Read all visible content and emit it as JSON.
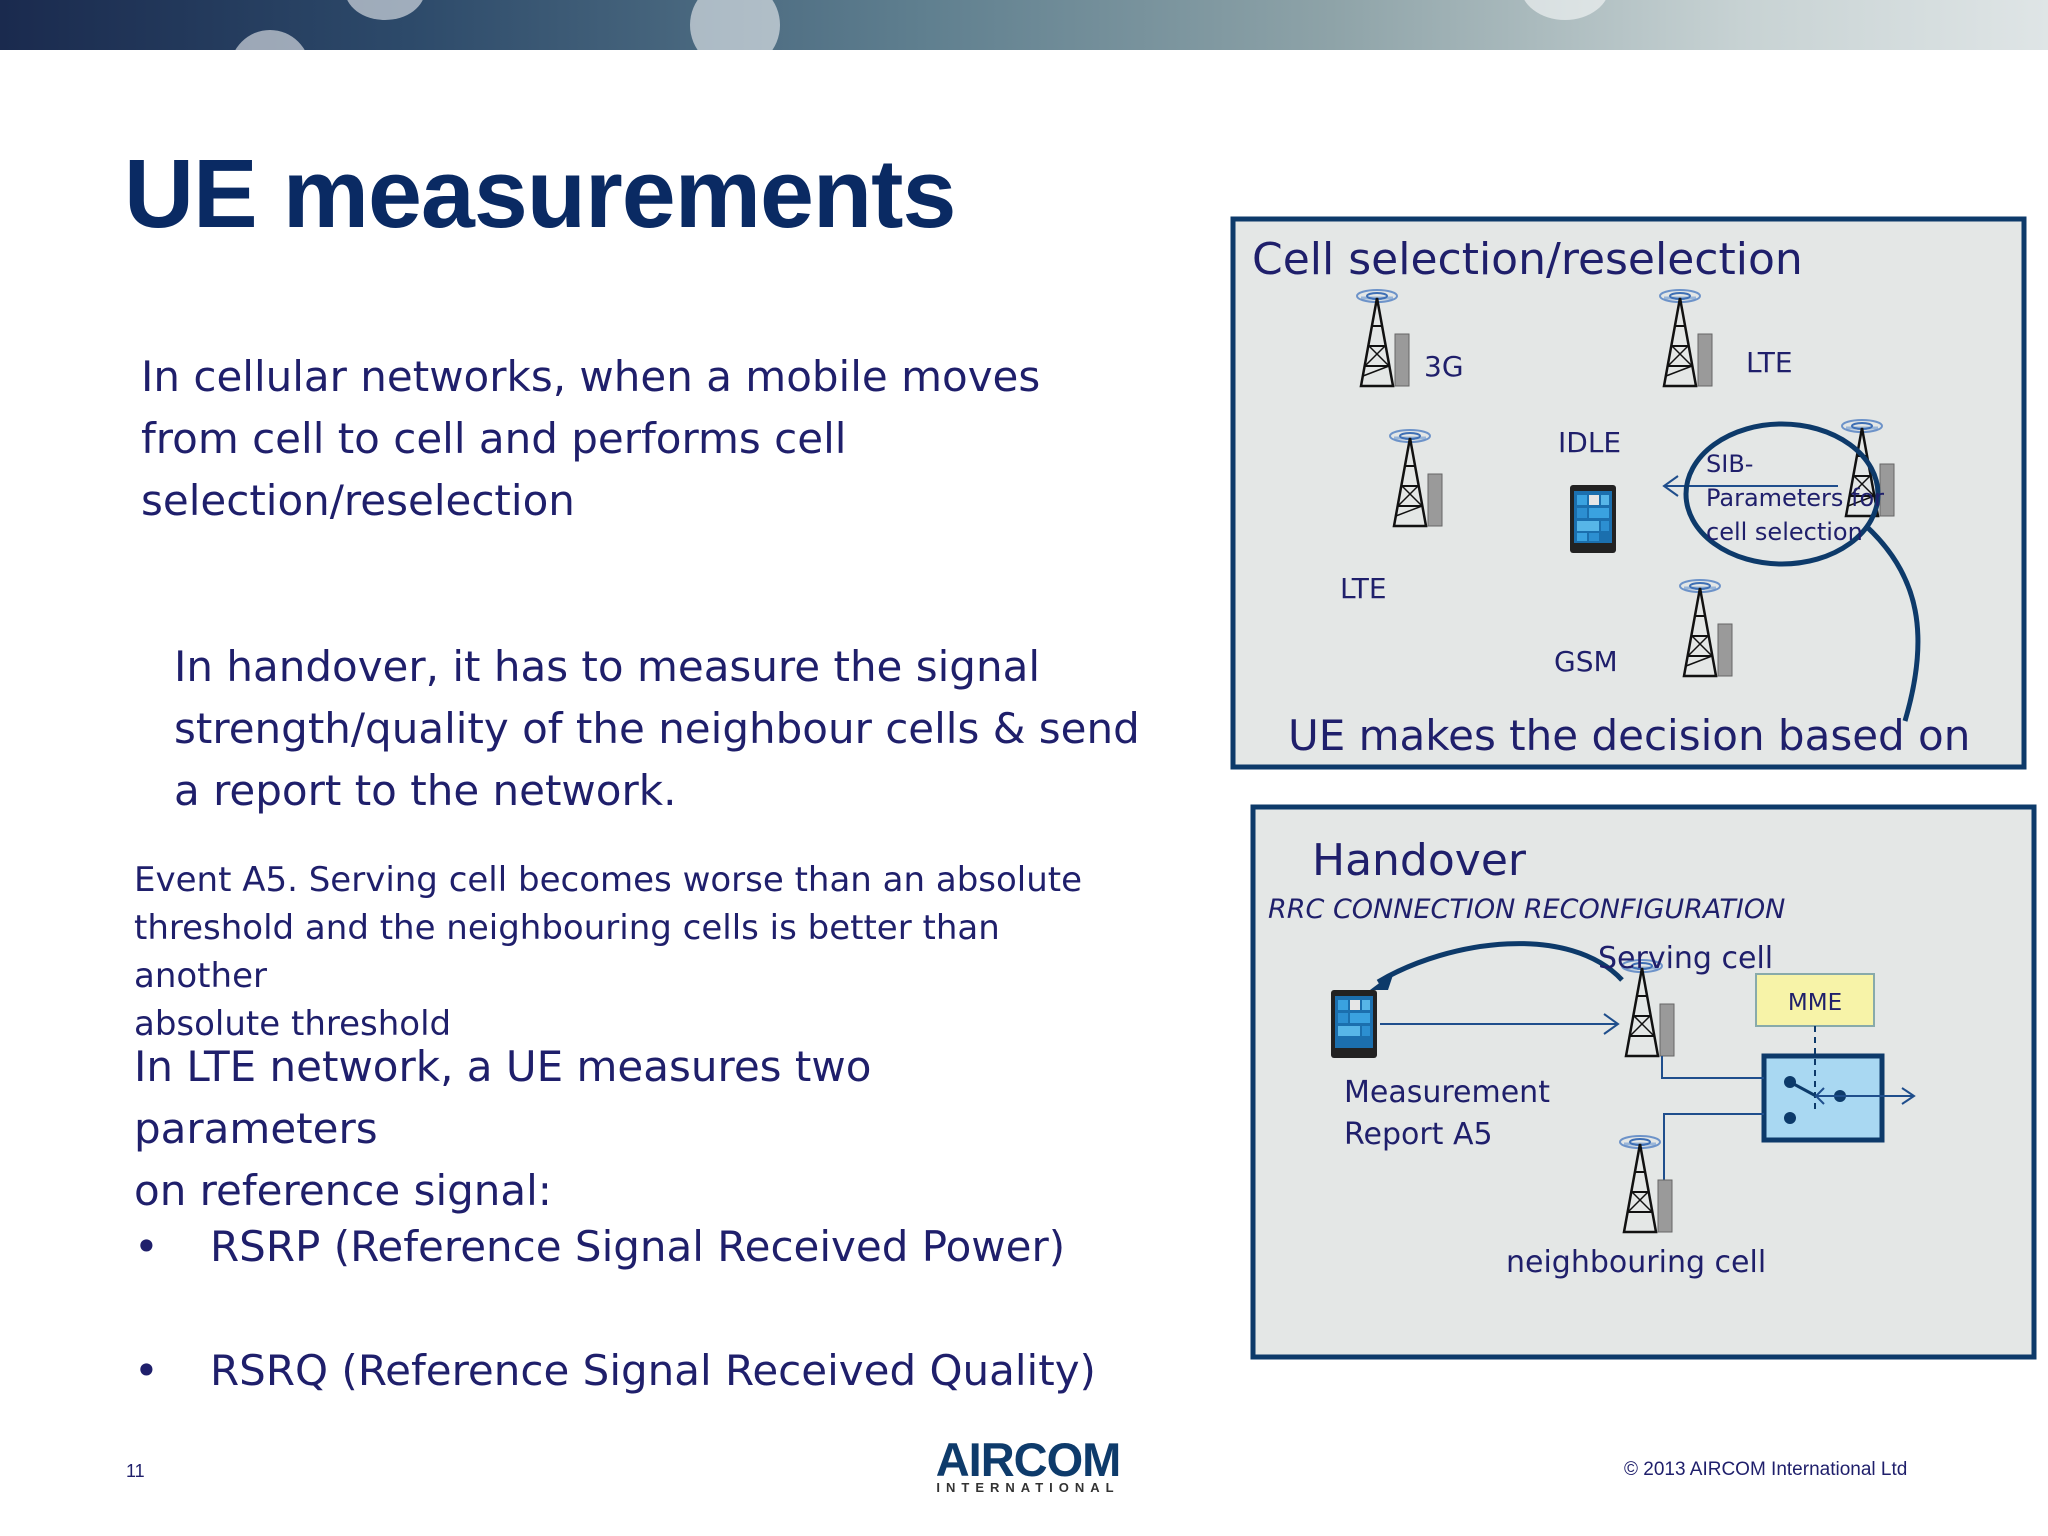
{
  "slide": {
    "title": "UE measurements",
    "paragraph1": "In cellular networks, when a mobile moves\nfrom cell to cell and performs cell\nselection/reselection",
    "paragraph2": "In handover, it has to measure the signal\nstrength/quality of the neighbour cells & send\na report to the network.",
    "paragraph3": "Event A5. Serving cell becomes worse than an absolute\nthreshold and the neighbouring cells is better than another\nabsolute threshold",
    "paragraph4": "In LTE network, a UE measures two parameters\non reference signal:",
    "bullets": [
      "RSRP (Reference Signal Received Power)",
      "RSRQ (Reference Signal Received Quality)"
    ],
    "bullet_symbol": "•"
  },
  "diagram_reselection": {
    "title": "Cell selection/reselection",
    "label_3g": "3G",
    "label_lte_top": "LTE",
    "label_lte_left": "LTE",
    "label_idle": "IDLE",
    "label_gsm": "GSM",
    "sib_line1": "SIB-",
    "sib_line2": "Parameters for",
    "sib_line3": "cell selection",
    "caption": "UE makes the decision based on"
  },
  "diagram_handover": {
    "title": "Handover",
    "subtitle": "RRC CONNECTION RECONFIGURATION",
    "label_serving": "Serving cell",
    "label_mme": "MME",
    "label_measurement1": "Measurement",
    "label_measurement2": "Report A5",
    "label_neighbour": "neighbouring cell"
  },
  "footer": {
    "page_number": "11",
    "logo_brand": "AIRCOM",
    "logo_sub": "INTERNATIONAL",
    "copyright": "© 2013 AIRCOM International Ltd"
  },
  "colors": {
    "title": "#0a2a63",
    "body_text": "#1f1f6b",
    "diagram_border": "#0d3a6a",
    "diagram_bg": "#e4e7e6",
    "mme_box": "#f7f3a8",
    "switch_box": "#a9d8f2"
  }
}
